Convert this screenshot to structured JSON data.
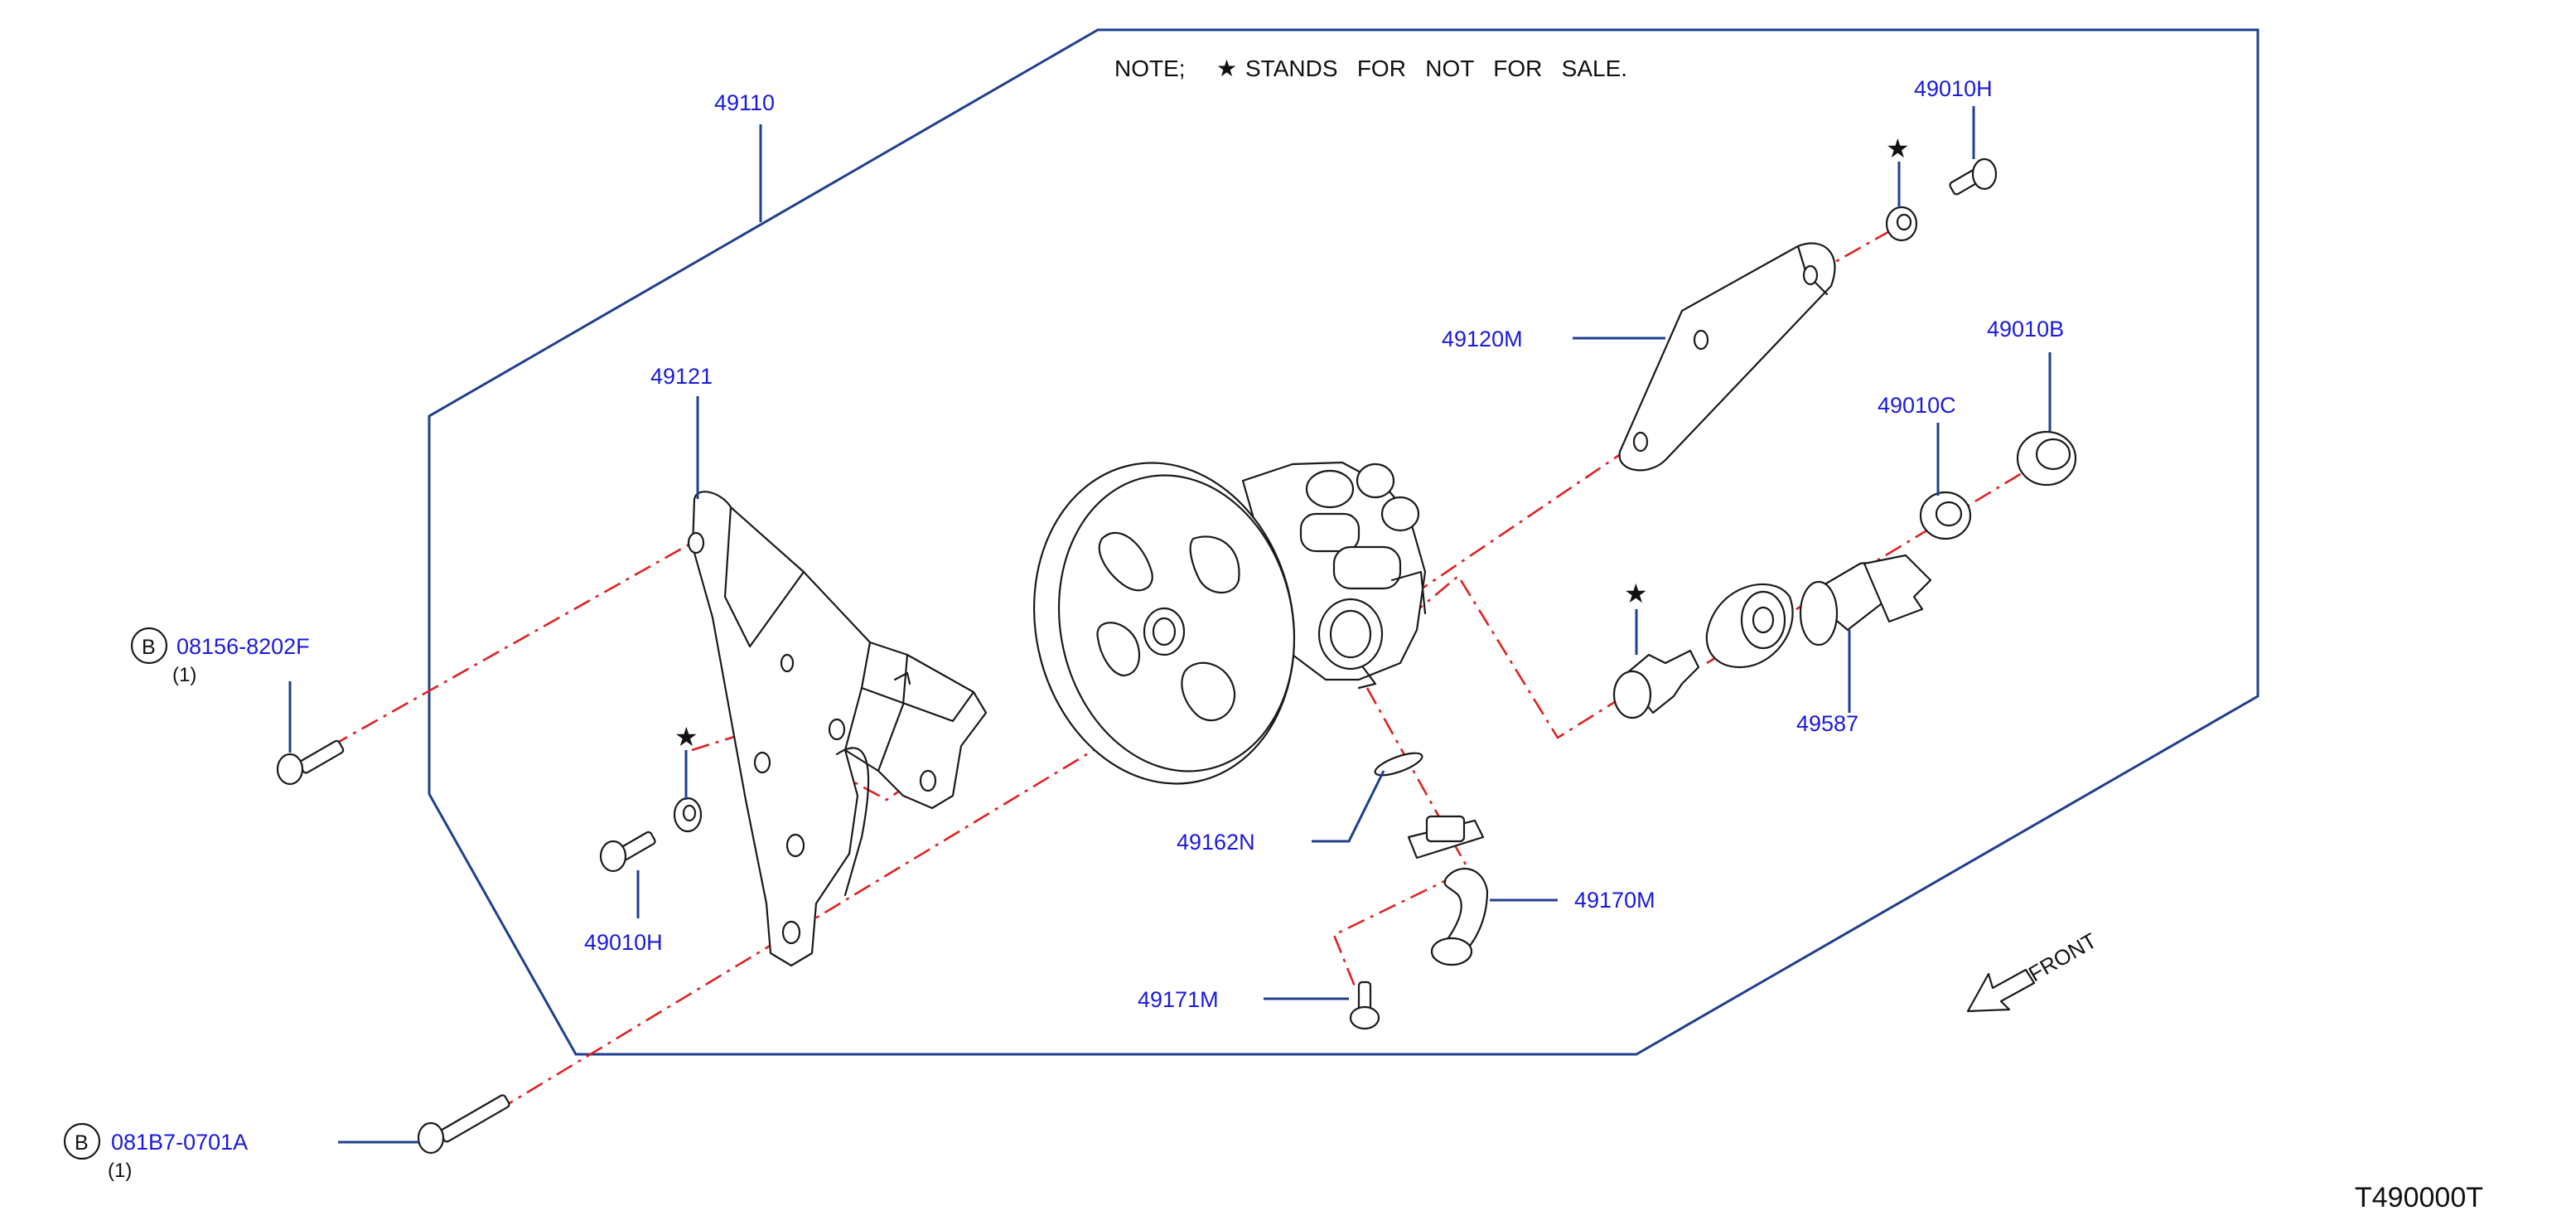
{
  "note": {
    "prefix": "NOTE;",
    "star": "★",
    "text": "STANDS   FOR   NOT   FOR   SALE."
  },
  "labels": {
    "l49110": "49110",
    "l49121": "49121",
    "l49120M": "49120M",
    "l49010H_top": "49010H",
    "l49010H_left": "49010H",
    "l49010B": "49010B",
    "l49010C": "49010C",
    "l49587": "49587",
    "l49162N": "49162N",
    "l49170M": "49170M",
    "l49171M": "49171M",
    "l08156": "08156-8202F",
    "l08156_qty": "(1)",
    "l081B7": "081B7-0701A",
    "l081B7_qty": "(1)",
    "circle_b1": "B",
    "circle_b2": "B"
  },
  "stars": [
    "★",
    "★",
    "★"
  ],
  "front_label": "FRONT",
  "diagram_code": "T490000T",
  "colors": {
    "label_blue": "#1a1adc",
    "leader_blue": "#1f3f8f",
    "axis_red": "#e02020",
    "line_black": "#1a1a1a"
  }
}
